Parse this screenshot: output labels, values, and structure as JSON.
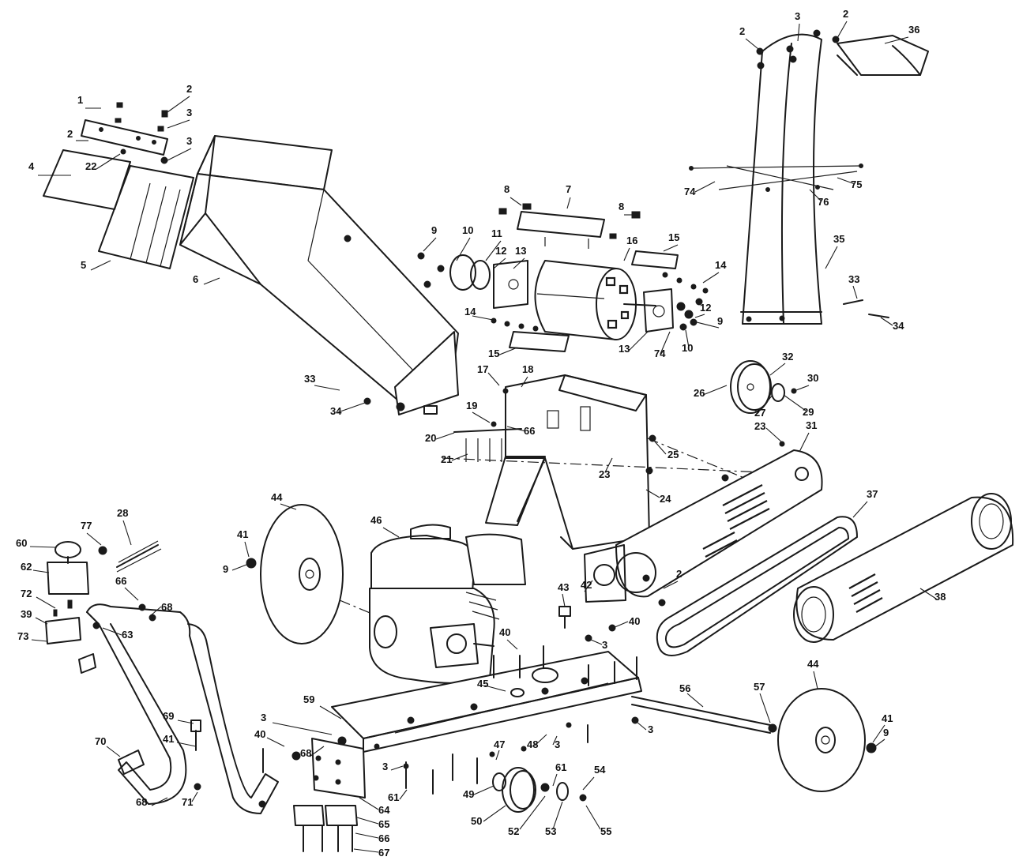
{
  "callouts": [
    {
      "id": "c1",
      "label": "1"
    },
    {
      "id": "c2a",
      "label": "2"
    },
    {
      "id": "c2b",
      "label": "2"
    },
    {
      "id": "c3a",
      "label": "3"
    },
    {
      "id": "c3b",
      "label": "3"
    },
    {
      "id": "c4",
      "label": "4"
    },
    {
      "id": "c22",
      "label": "22"
    },
    {
      "id": "c5",
      "label": "5"
    },
    {
      "id": "c6",
      "label": "6"
    },
    {
      "id": "c8a",
      "label": "8"
    },
    {
      "id": "c7",
      "label": "7"
    },
    {
      "id": "c8b",
      "label": "8"
    },
    {
      "id": "c9a",
      "label": "9"
    },
    {
      "id": "c10a",
      "label": "10"
    },
    {
      "id": "c11",
      "label": "11"
    },
    {
      "id": "c12a",
      "label": "12"
    },
    {
      "id": "c13a",
      "label": "13"
    },
    {
      "id": "c16",
      "label": "16"
    },
    {
      "id": "c15a",
      "label": "15"
    },
    {
      "id": "c14a",
      "label": "14"
    },
    {
      "id": "c14b",
      "label": "14"
    },
    {
      "id": "c15b",
      "label": "15"
    },
    {
      "id": "c13b",
      "label": "13"
    },
    {
      "id": "c74a",
      "label": "74"
    },
    {
      "id": "c10b",
      "label": "10"
    },
    {
      "id": "c12b",
      "label": "12"
    },
    {
      "id": "c9b",
      "label": "9"
    },
    {
      "id": "c2c",
      "label": "2"
    },
    {
      "id": "c3c",
      "label": "3"
    },
    {
      "id": "c2d",
      "label": "2"
    },
    {
      "id": "c36",
      "label": "36"
    },
    {
      "id": "c74b",
      "label": "74"
    },
    {
      "id": "c75",
      "label": "75"
    },
    {
      "id": "c76",
      "label": "76"
    },
    {
      "id": "c35",
      "label": "35"
    },
    {
      "id": "c33a",
      "label": "33"
    },
    {
      "id": "c34a",
      "label": "34"
    },
    {
      "id": "c33b",
      "label": "33"
    },
    {
      "id": "c34b",
      "label": "34"
    },
    {
      "id": "c17",
      "label": "17"
    },
    {
      "id": "c18",
      "label": "18"
    },
    {
      "id": "c19",
      "label": "19"
    },
    {
      "id": "c20",
      "label": "20"
    },
    {
      "id": "c66a",
      "label": "66"
    },
    {
      "id": "c21",
      "label": "21"
    },
    {
      "id": "c23a",
      "label": "23"
    },
    {
      "id": "c25",
      "label": "25"
    },
    {
      "id": "c24",
      "label": "24"
    },
    {
      "id": "c26",
      "label": "26"
    },
    {
      "id": "c32",
      "label": "32"
    },
    {
      "id": "c30",
      "label": "30"
    },
    {
      "id": "c27",
      "label": "27"
    },
    {
      "id": "c29",
      "label": "29"
    },
    {
      "id": "c23b",
      "label": "23"
    },
    {
      "id": "c31",
      "label": "31"
    },
    {
      "id": "c37",
      "label": "37"
    },
    {
      "id": "c38",
      "label": "38"
    },
    {
      "id": "c44a",
      "label": "44"
    },
    {
      "id": "c41a",
      "label": "41"
    },
    {
      "id": "c9c",
      "label": "9"
    },
    {
      "id": "c46",
      "label": "46"
    },
    {
      "id": "c43",
      "label": "43"
    },
    {
      "id": "c42",
      "label": "42"
    },
    {
      "id": "c2e",
      "label": "2"
    },
    {
      "id": "c40a",
      "label": "40"
    },
    {
      "id": "c3d",
      "label": "3"
    },
    {
      "id": "c40b",
      "label": "40"
    },
    {
      "id": "c28",
      "label": "28"
    },
    {
      "id": "c77",
      "label": "77"
    },
    {
      "id": "c60",
      "label": "60"
    },
    {
      "id": "c62",
      "label": "62"
    },
    {
      "id": "c66b",
      "label": "66"
    },
    {
      "id": "c68a",
      "label": "68"
    },
    {
      "id": "c72",
      "label": "72"
    },
    {
      "id": "c39",
      "label": "39"
    },
    {
      "id": "c63a",
      "label": "63"
    },
    {
      "id": "c73",
      "label": "73"
    },
    {
      "id": "c59",
      "label": "59"
    },
    {
      "id": "c45",
      "label": "45"
    },
    {
      "id": "c3e",
      "label": "3"
    },
    {
      "id": "c40c",
      "label": "40"
    },
    {
      "id": "c68b",
      "label": "68"
    },
    {
      "id": "c69",
      "label": "69"
    },
    {
      "id": "c41b",
      "label": "41"
    },
    {
      "id": "c70",
      "label": "70"
    },
    {
      "id": "c68c",
      "label": "68"
    },
    {
      "id": "c71",
      "label": "71"
    },
    {
      "id": "c47",
      "label": "47"
    },
    {
      "id": "c48",
      "label": "48"
    },
    {
      "id": "c3f",
      "label": "3"
    },
    {
      "id": "c3g",
      "label": "3"
    },
    {
      "id": "c61a",
      "label": "61"
    },
    {
      "id": "c49",
      "label": "49"
    },
    {
      "id": "c50",
      "label": "50"
    },
    {
      "id": "c61b",
      "label": "61"
    },
    {
      "id": "c54",
      "label": "54"
    },
    {
      "id": "c52",
      "label": "52"
    },
    {
      "id": "c53",
      "label": "53"
    },
    {
      "id": "c55",
      "label": "55"
    },
    {
      "id": "c64",
      "label": "64"
    },
    {
      "id": "c65",
      "label": "65"
    },
    {
      "id": "c66c",
      "label": "66"
    },
    {
      "id": "c67",
      "label": "67"
    },
    {
      "id": "c56",
      "label": "56"
    },
    {
      "id": "c57",
      "label": "57"
    },
    {
      "id": "c44b",
      "label": "44"
    },
    {
      "id": "c41c",
      "label": "41"
    },
    {
      "id": "c9d",
      "label": "9"
    },
    {
      "id": "c3h",
      "label": "3"
    }
  ]
}
